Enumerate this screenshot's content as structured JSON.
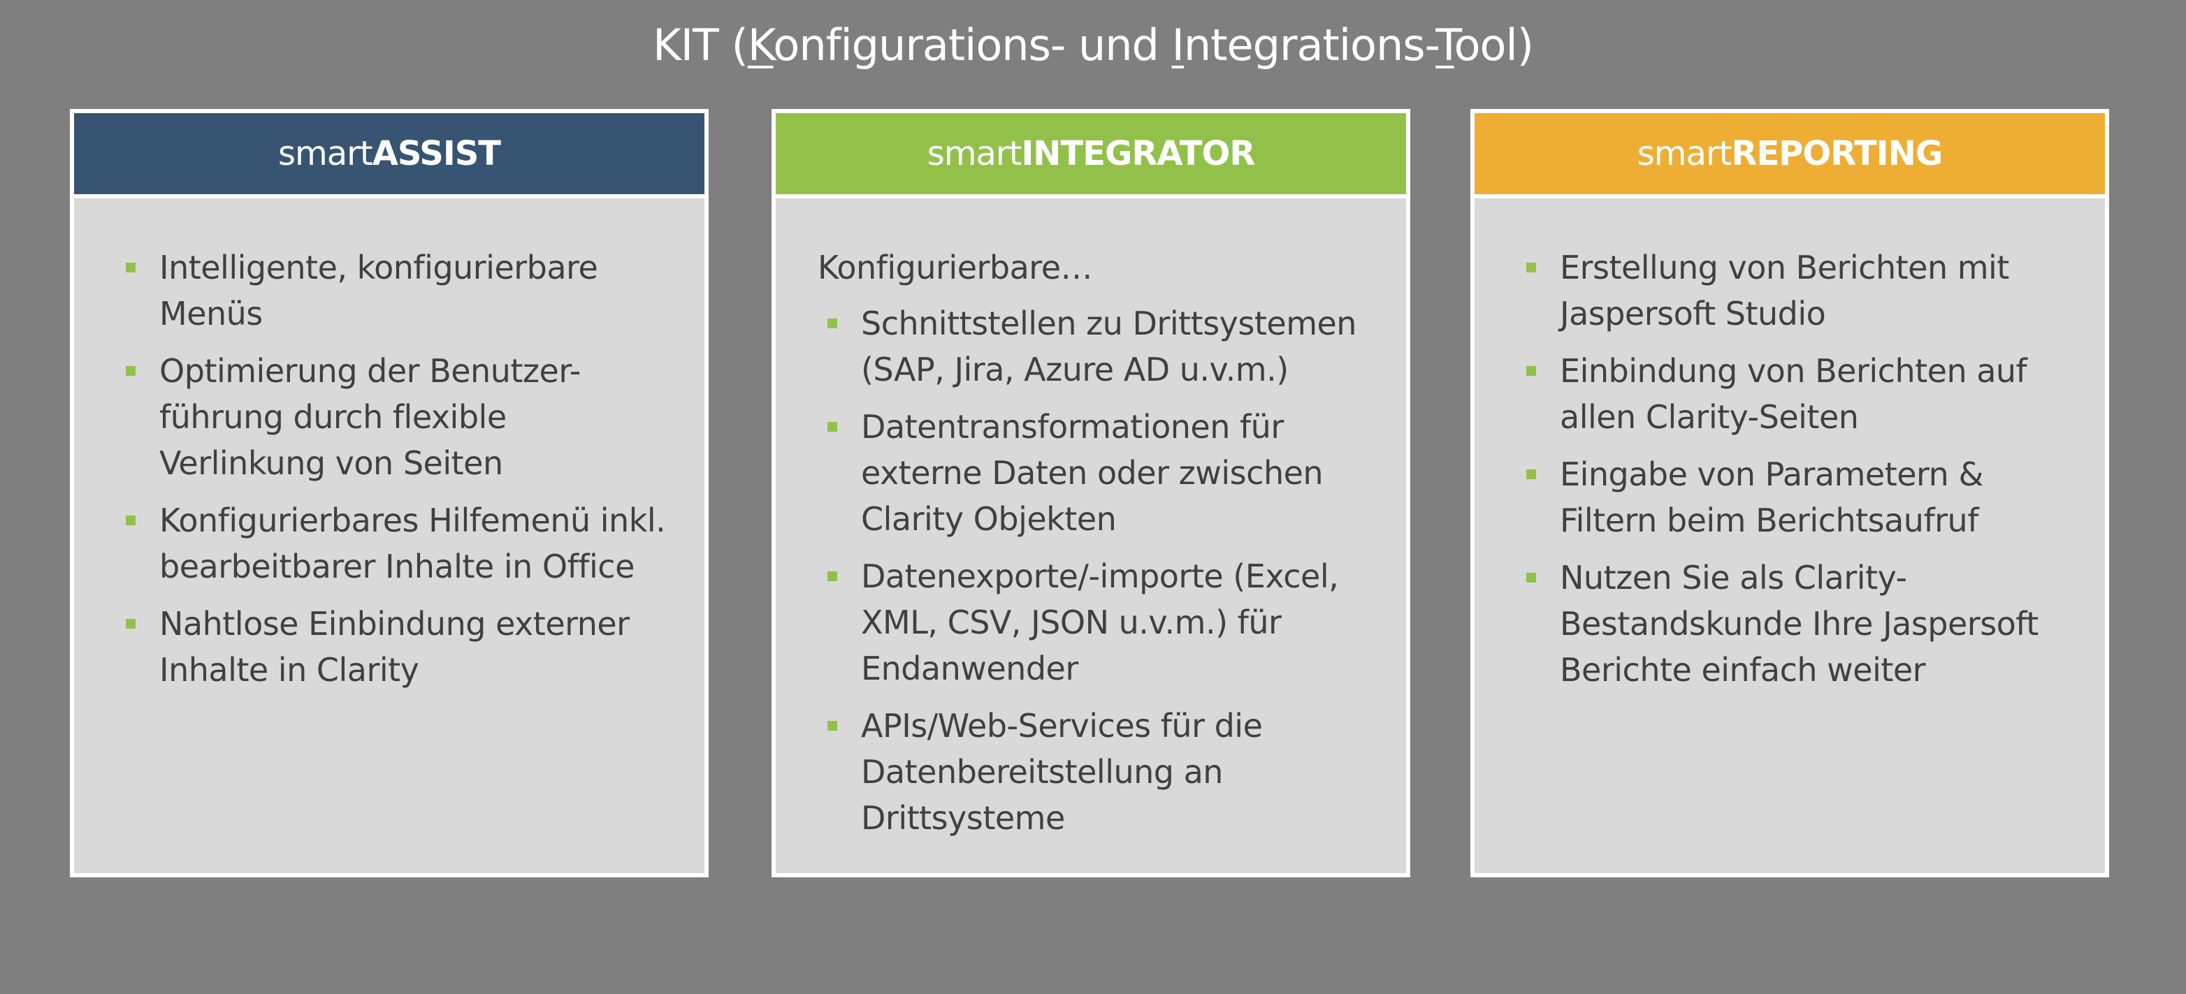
{
  "title_parts": [
    "KIT (",
    "K",
    "onfigurations- und ",
    "I",
    "ntegrations-",
    "T",
    "ool)"
  ],
  "colors": {
    "background": "#7f7f7f",
    "assist": "#375572",
    "integrator": "#92c14a",
    "reporting": "#eeae33",
    "bullet": "#92c14a",
    "panel": "#d9d9d9"
  },
  "cards": [
    {
      "prefix": "smart",
      "name": "ASSIST",
      "intro": null,
      "items": [
        "Intelligente, konfigurierbare Menüs",
        "Optimierung der Benutzer-führung durch flexible Verlinkung von Seiten",
        "Konfigurierbares Hilfemenü inkl. bearbeitbarer Inhalte in Office",
        "Nahtlose Einbindung externer Inhalte in Clarity"
      ]
    },
    {
      "prefix": "smart",
      "name": "INTEGRATOR",
      "intro": "Konfigurierbare…",
      "items": [
        "Schnittstellen zu Drittsystemen (SAP, Jira, Azure AD u.v.m.)",
        "Datentransformationen für externe Daten oder zwischen Clarity Objekten",
        "Datenexporte/-importe (Excel, XML, CSV, JSON u.v.m.) für Endanwender",
        "APIs/Web-Services für die Datenbereitstellung an Drittsysteme"
      ]
    },
    {
      "prefix": "smart",
      "name": "REPORTING",
      "intro": null,
      "items": [
        "Erstellung von Berichten mit Jaspersoft Studio",
        "Einbindung von Berichten auf allen Clarity-Seiten",
        "Eingabe von Parametern & Filtern beim Berichtsaufruf",
        "Nutzen Sie als Clarity-Bestandskunde Ihre Jaspersoft Berichte einfach weiter"
      ]
    }
  ]
}
